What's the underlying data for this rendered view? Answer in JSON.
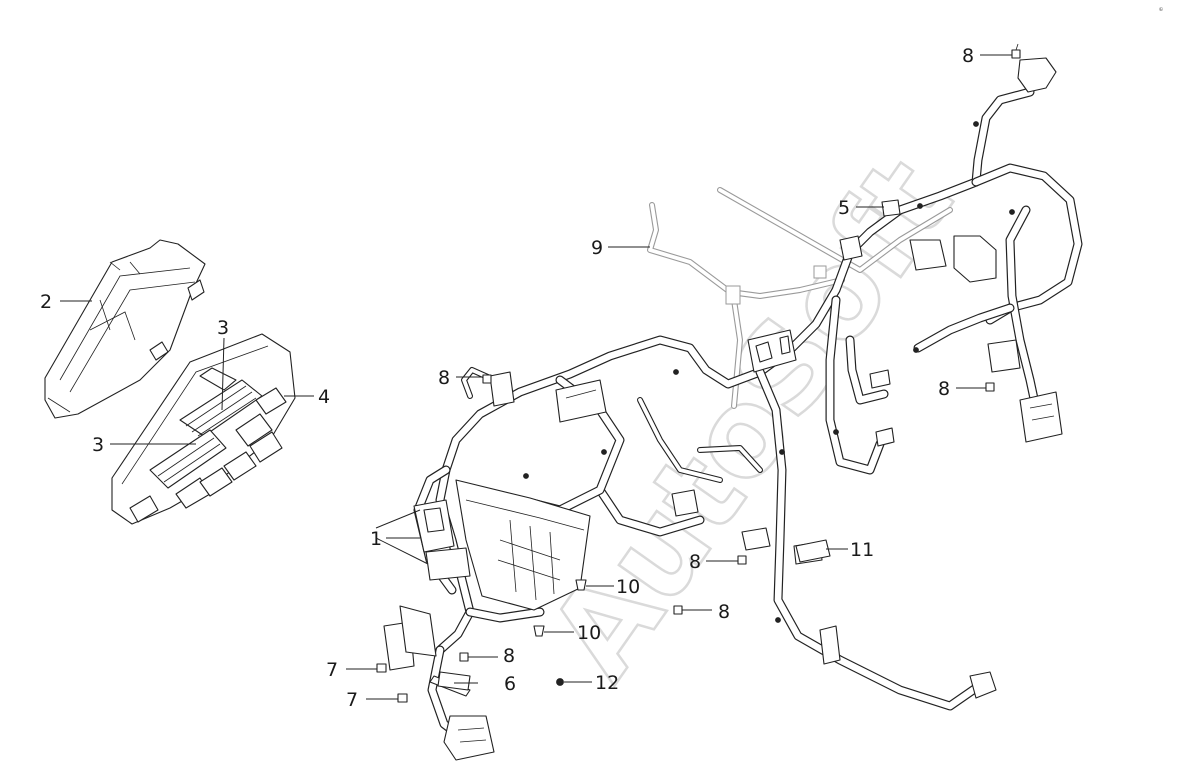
{
  "watermark": "AutoSoft",
  "corner_mark": "© ",
  "callouts": {
    "c1": "1",
    "c2": "2",
    "c3a": "3",
    "c3b": "3",
    "c4": "4",
    "c5": "5",
    "c6": "6",
    "c7a": "7",
    "c7b": "7",
    "c8a": "8",
    "c8b": "8",
    "c8c": "8",
    "c8d": "8",
    "c8e": "8",
    "c8f": "8",
    "c9": "9",
    "c10a": "10",
    "c10b": "10",
    "c11": "11",
    "c12": "12"
  }
}
